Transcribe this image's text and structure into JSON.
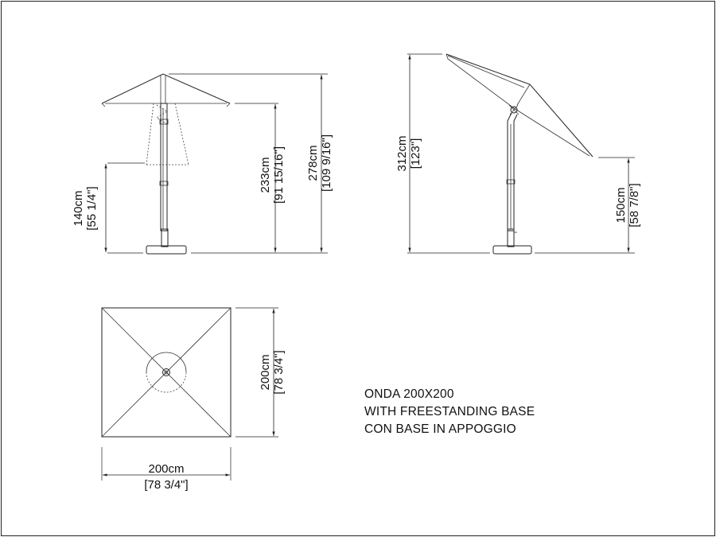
{
  "title_block": {
    "line1": "ONDA 200X200",
    "line2": "WITH FREESTANDING BASE",
    "line3": "CON BASE IN APPOGGIO"
  },
  "dimensions": {
    "front_height_140": "140cm",
    "front_height_140_in": "[55 1/4\"]",
    "front_height_233": "233cm",
    "front_height_233_in": "[91 15/16\"]",
    "front_height_278": "278cm",
    "front_height_278_in": "[109 9/16\"]",
    "side_height_312": "312cm",
    "side_height_312_in": "[123\"]",
    "side_height_150": "150cm",
    "side_height_150_in": "[58 7/8\"]",
    "plan_depth": "200cm",
    "plan_depth_in": "[78 3/4\"]",
    "plan_width": "200cm",
    "plan_width_in": "[78 3/4\"]"
  }
}
